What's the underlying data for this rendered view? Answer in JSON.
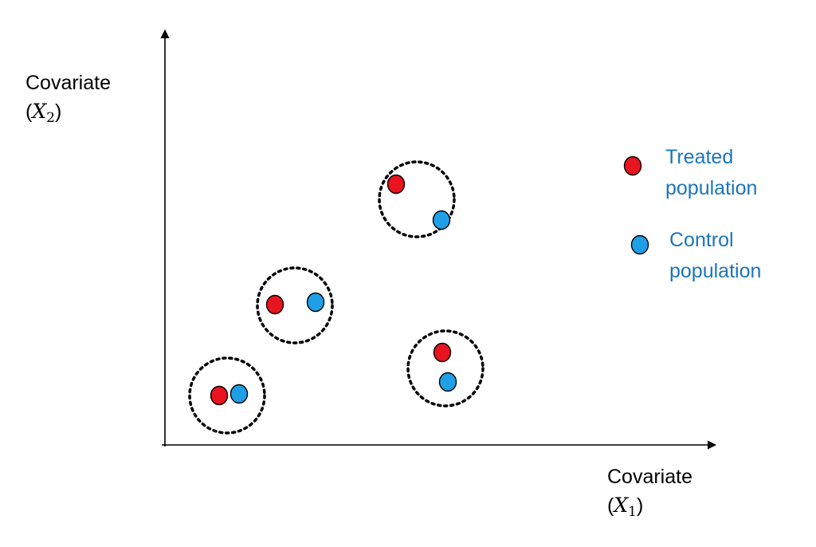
{
  "y_axis": {
    "label_line1": "Covariate",
    "label_var": "X",
    "label_sub": "2"
  },
  "x_axis": {
    "label_line1": "Covariate",
    "label_var": "X",
    "label_sub": "1"
  },
  "legend": {
    "treated": {
      "line1": "Treated",
      "line2": "population",
      "color": "#e8141f"
    },
    "control": {
      "line1": "Control",
      "line2": "population",
      "color": "#1fa0e6"
    },
    "text_color": "#1b75bb"
  },
  "matched_pairs_count": 4
}
